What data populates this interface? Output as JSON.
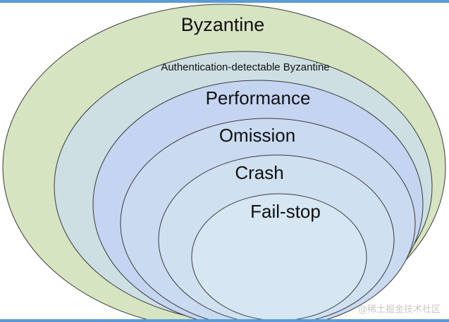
{
  "diagram": {
    "layers": [
      {
        "id": "byzantine",
        "label": "Byzantine",
        "fill": "#d7e4c2"
      },
      {
        "id": "auth-byzantine",
        "label": "Authentication-detectable Byzantine",
        "fill": "#cddfe3"
      },
      {
        "id": "performance",
        "label": "Performance",
        "fill": "#c5d5f1"
      },
      {
        "id": "omission",
        "label": "Omission",
        "fill": "#c9daf1"
      },
      {
        "id": "crash",
        "label": "Crash",
        "fill": "#cfe0f1"
      },
      {
        "id": "fail-stop",
        "label": "Fail-stop",
        "fill": "#d6e6f2"
      }
    ],
    "stroke": "#3a3a3a"
  },
  "watermark": "@稀土掘金技术社区"
}
